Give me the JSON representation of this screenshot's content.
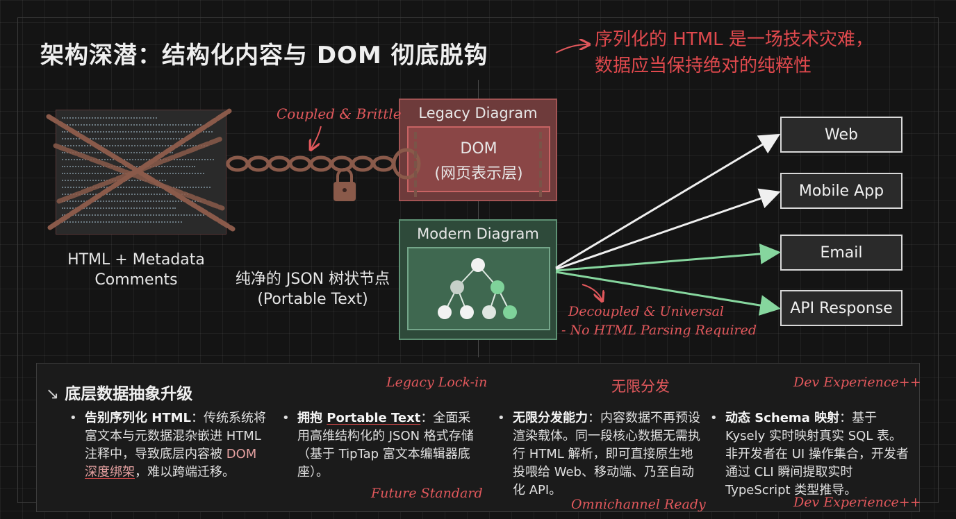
{
  "title": "架构深潜：结构化内容与 DOM 彻底脱钩",
  "top_note": [
    "序列化的 HTML 是一场技术灾难，",
    "数据应当保持绝对的纯粹性"
  ],
  "legacy": {
    "header": "Legacy Diagram",
    "inner_line1": "DOM",
    "inner_line2": "(网页表示层)"
  },
  "coupled_note": "Coupled & Brittle",
  "left_caption": [
    "HTML + Metadata",
    "Comments"
  ],
  "modern": {
    "header": "Modern Diagram"
  },
  "json_caption": [
    "纯净的 JSON 树状节点",
    "(Portable Text)"
  ],
  "decoupled_note": [
    "Decoupled & Universal",
    "- No HTML Parsing Required"
  ],
  "destinations": [
    "Web",
    "Mobile App",
    "Email",
    "API Response"
  ],
  "panel": {
    "title": "底层数据抽象升级",
    "title_icon": "arrow-down-right-icon",
    "columns": [
      {
        "heading": "告别序列化 HTML",
        "body_a": "：传统系统将富文本与元数据混杂嵌进 HTML 注释中，导致底层内容被 ",
        "highlight_a": "DOM",
        "highlight_b": "深度绑架",
        "body_b": "，难以跨端迁移。",
        "note_top": "",
        "note_bottom": ""
      },
      {
        "heading_prefix": "拥抱 ",
        "heading": "Portable Text",
        "body_a": "：全面采用高维结构化的 JSON 格式存储（基于 TipTap 富文本编辑器底座）。",
        "note_top": "Legacy Lock-in",
        "note_bottom": "Future Standard"
      },
      {
        "heading": "无限分发能力",
        "body_a": "：内容数据不再预设渲染载体。同一段核心数据无需执行 HTML 解析，即可直接原生地投喂给 Web、移动端、乃至自动化 API。",
        "note_top": "无限分发",
        "note_bottom": "Omnichannel Ready"
      },
      {
        "heading": "动态 Schema 映射",
        "body_a": "：基于 Kysely 实时映射真实 SQL 表。非开发者在 UI 操作集合，开发者通过 CLI 瞬间提取实时 TypeScript 类型推导。",
        "inline_icon": "table-icon",
        "note_top": "Dev Experience++",
        "note_bottom": "Dev Experience++"
      }
    ]
  },
  "colors": {
    "legacy_bg": "#6e3b3b",
    "modern_bg": "#2e4a3a",
    "accent_red": "#e0494d",
    "accent_green": "#7fd39a",
    "chain": "#8a5a4a"
  }
}
